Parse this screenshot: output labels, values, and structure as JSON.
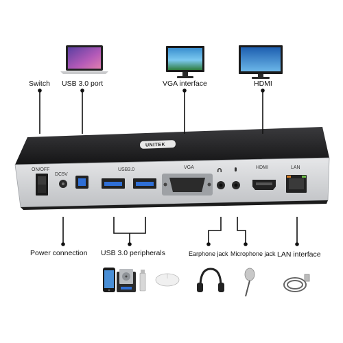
{
  "callouts": {
    "switch": "Switch",
    "usb30_port": "USB 3.0 port",
    "vga_interface": "VGA interface",
    "hdmi": "HDMI",
    "power_connection": "Power connection",
    "usb30_peripherals": "USB 3.0 peripherals",
    "earphone_jack": "Earphone jack",
    "microphone_jack": "Microphone jack",
    "lan_interface": "LAN interface"
  },
  "device": {
    "brand": "UNITEK",
    "port_labels": {
      "on_off": "ON/OFF",
      "dc5v": "DC5V",
      "usb30": "USB3.0",
      "vga": "VGA",
      "hdmi": "HDMI",
      "lan": "LAN"
    }
  },
  "colors": {
    "device_top": "#1f1f21",
    "device_front": "#d9dadc",
    "usb_blue": "#2f6fd6",
    "lan_orange": "#d9822b",
    "line": "#111111"
  }
}
